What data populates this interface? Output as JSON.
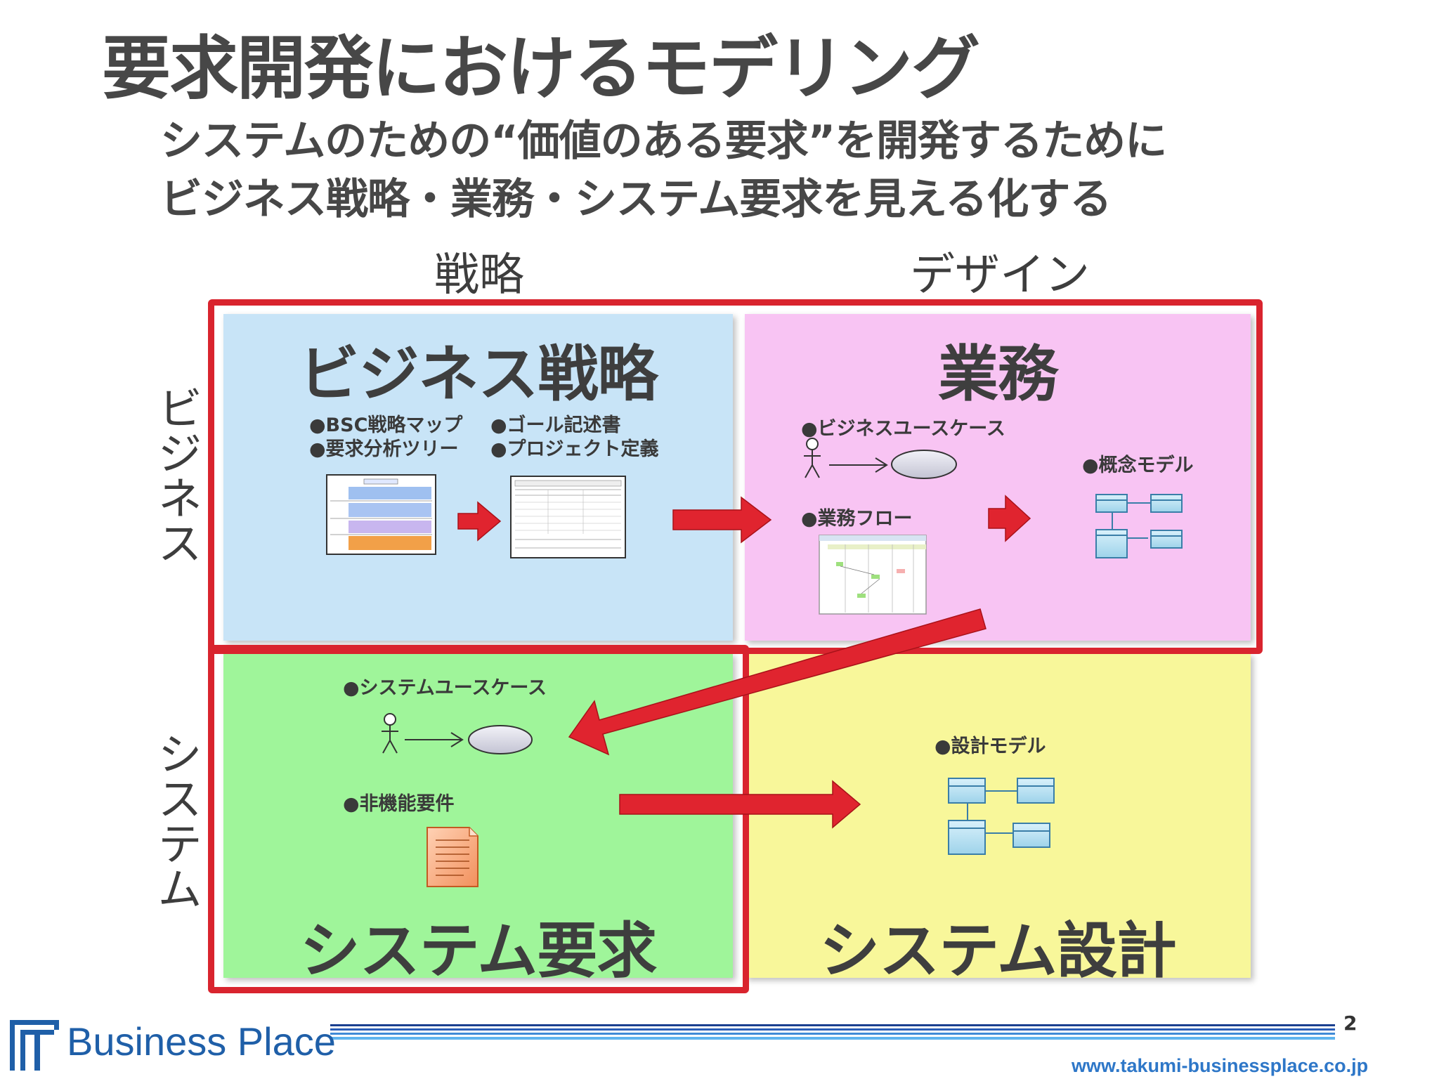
{
  "title": "要求開発におけるモデリング",
  "subtitle_lines": [
    "システムのための“価値のある要求”を開発するために",
    "ビジネス戦略・業務・システム要求を見える化する"
  ],
  "columns": [
    "戦略",
    "デザイン"
  ],
  "rows": [
    "ビジネス",
    "システム"
  ],
  "quadrants": {
    "strategy": {
      "title": "ビジネス戦略",
      "items": [
        "●BSC戦略マップ",
        "●要求分析ツリー",
        "●ゴール記述書",
        "●プロジェクト定義"
      ]
    },
    "business": {
      "title": "業務",
      "items": [
        "●ビジネスユースケース",
        "●業務フロー",
        "●概念モデル"
      ]
    },
    "system_requirements": {
      "title": "システム要求",
      "items": [
        "●システムユースケース",
        "●非機能要件"
      ]
    },
    "system_design": {
      "title": "システム設計",
      "items": [
        "●設計モデル"
      ]
    }
  },
  "footer": {
    "brand": "Business Place",
    "page_number": "2",
    "url": "www.takumi-businessplace.co.jp"
  },
  "colors": {
    "frame": "#d9242e",
    "arrow": "#d9242e",
    "strategy_bg": "#c8e4f7",
    "business_bg": "#f8c4f3",
    "system_requirements_bg": "#9ff59a",
    "system_design_bg": "#f8f79a",
    "brand_blue": "#1f5fa8"
  },
  "icons": [
    "document-thumbnail-icon",
    "use-case-actor-icon",
    "class-diagram-icon",
    "flowchart-screenshot-icon",
    "requirements-document-icon",
    "right-arrow-icon"
  ]
}
